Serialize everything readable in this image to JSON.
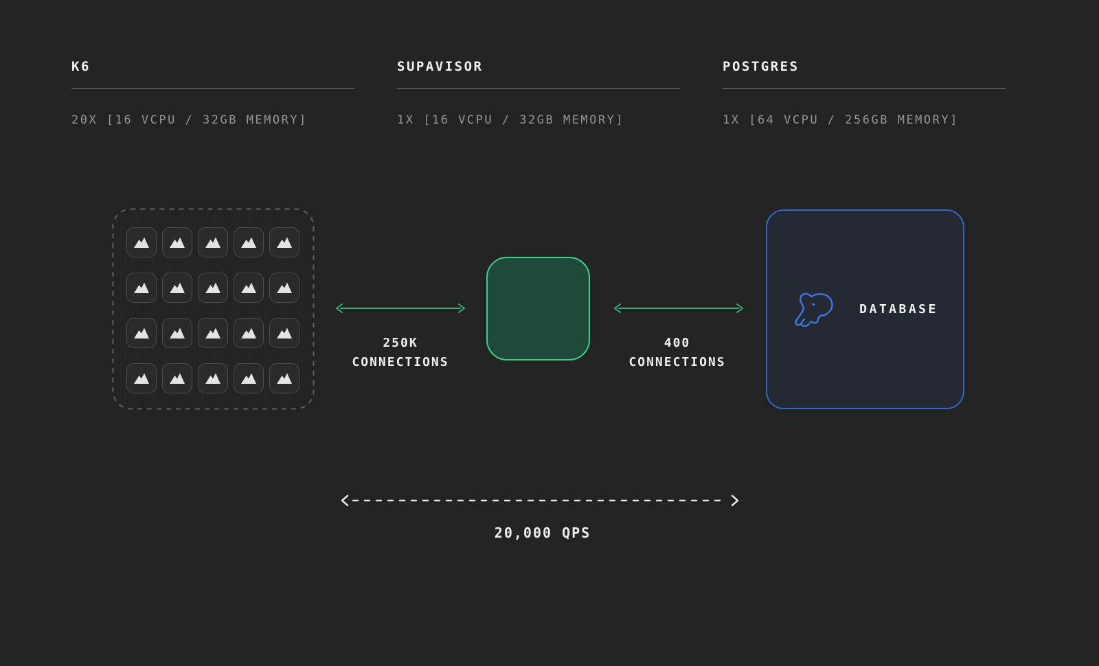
{
  "colors": {
    "background": "#232323",
    "accent_green": "#3ecf8e",
    "supavisor_fill": "#1f4938",
    "arrow_green": "#36ac7c",
    "accent_blue": "#3068cd",
    "postgres_fill": "#242934",
    "muted_text": "#969696",
    "text": "#f2f2f2"
  },
  "columns": [
    {
      "title": "K6",
      "spec": "20X [16 VCPU / 32GB MEMORY]"
    },
    {
      "title": "SUPAVISOR",
      "spec": "1X [16 VCPU / 32GB MEMORY]"
    },
    {
      "title": "POSTGRES",
      "spec": "1X [64 VCPU / 256GB MEMORY]"
    }
  ],
  "diagram": {
    "k6_cluster": {
      "instances": 20,
      "icon": "k6-logo-icon"
    },
    "postgres_node": {
      "label": "DATABASE",
      "icon": "postgres-elephant-icon"
    },
    "left_link": {
      "line1": "250K",
      "line2": "CONNECTIONS"
    },
    "right_link": {
      "line1": "400",
      "line2": "CONNECTIONS"
    },
    "qps_link": {
      "label": "20,000 QPS"
    }
  }
}
